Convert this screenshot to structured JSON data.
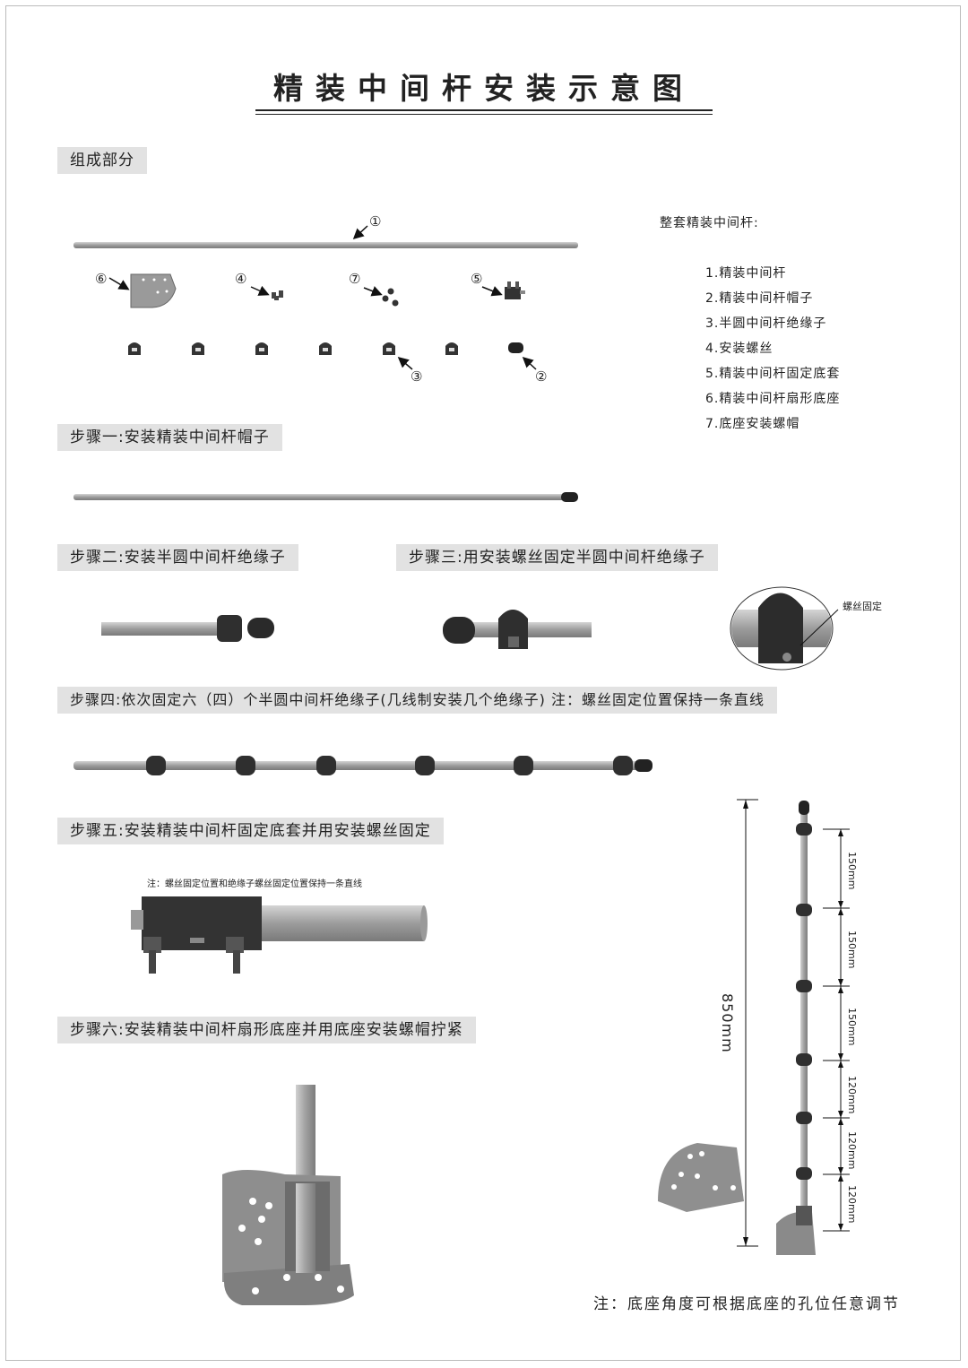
{
  "title": "精装中间杆安装示意图",
  "sections": {
    "parts": "组成部分",
    "step1": "步骤一:安装精装中间杆帽子",
    "step2": "步骤二:安装半圆中间杆绝缘子",
    "step3": "步骤三:用安装螺丝固定半圆中间杆绝缘子",
    "step4": "步骤四:依次固定六（四）个半圆中间杆绝缘子(几线制安装几个绝缘子) 注：螺丝固定位置保持一条直线",
    "step5": "步骤五:安装精装中间杆固定底套并用安装螺丝固定",
    "step6": "步骤六:安装精装中间杆扇形底座并用底座安装螺帽拧紧"
  },
  "legend": {
    "title": "整套精装中间杆:",
    "items": [
      "1.精装中间杆",
      "2.精装中间杆帽子",
      "3.半圆中间杆绝缘子",
      "4.安装螺丝",
      "5.精装中间杆固定底套",
      "6.精装中间杆扇形底座",
      "7.底座安装螺帽"
    ]
  },
  "callouts": {
    "c1": "①",
    "c2": "②",
    "c3": "③",
    "c4": "④",
    "c5": "⑤",
    "c6": "⑥",
    "c7": "⑦"
  },
  "notes": {
    "screw_fix": "螺丝固定",
    "step5_note": "注：螺丝固定位置和绝缘子螺丝固定位置保持一条直线",
    "bottom": "注：底座角度可根据底座的孔位任意调节"
  },
  "dimensions": {
    "total": "850mm",
    "segments": [
      "150mm",
      "150mm",
      "150mm",
      "120mm",
      "120mm",
      "120mm"
    ]
  },
  "colors": {
    "rod": "#a9a9a9",
    "part": "#2e2e2e",
    "label_bg": "#e2e2e2"
  }
}
